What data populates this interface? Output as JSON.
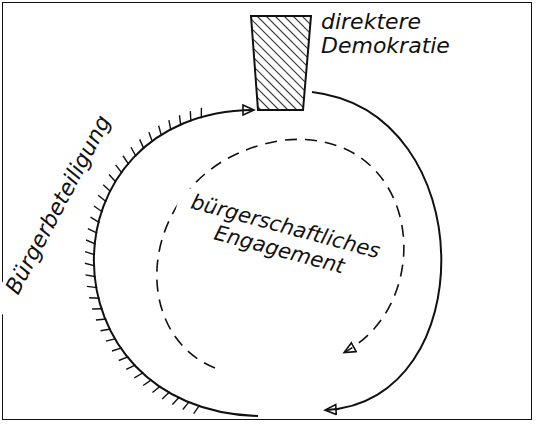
{
  "diagram": {
    "nodes": [
      {
        "text": [
          "direktere Demokratie"
        ]
      }
    ],
    "labels": [
      "Bürgerbeteiligung",
      "bürgerschaftliches Engagement"
    ]
  }
}
